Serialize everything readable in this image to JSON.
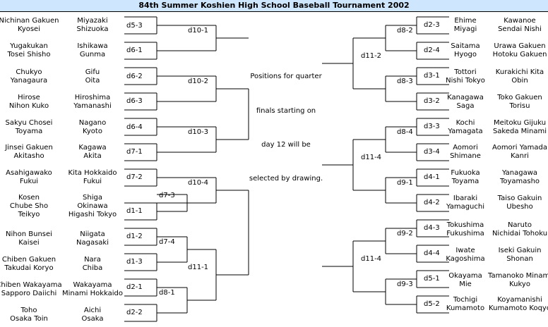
{
  "title": "84th Summer Koshien High School Baseball Tournament   2002",
  "note_lines": [
    "Positions for quarter",
    "finals starting on",
    "day 12 will be",
    "selected by drawing."
  ],
  "left_teams": [
    {
      "a": [
        "Nichinan Gakuen",
        "Kyosei"
      ],
      "b": [
        "Miyazaki",
        "Shizuoka"
      ]
    },
    {
      "a": [
        "Yugakukan",
        "Tosei Shisho"
      ],
      "b": [
        "Ishikawa",
        "Gunma"
      ]
    },
    {
      "a": [
        "Chukyo",
        "Yanagaura"
      ],
      "b": [
        "Gifu",
        "Oita"
      ]
    },
    {
      "a": [
        "Hirose",
        "Nihon Kuko"
      ],
      "b": [
        "Hiroshima",
        "Yamanashi"
      ]
    },
    {
      "a": [
        "Sakyu Chosei",
        "Toyama"
      ],
      "b": [
        "Nagano",
        "Kyoto"
      ]
    },
    {
      "a": [
        "Jinsei Gakuen",
        "Akitasho"
      ],
      "b": [
        "Kagawa",
        "Akita"
      ]
    },
    {
      "a": [
        "Asahigawako",
        "Fukui"
      ],
      "b": [
        "Kita Hokkaido",
        "Fukui"
      ]
    },
    {
      "a": [
        "Kosen",
        "Chube Sho",
        "Teikyo"
      ],
      "b": [
        "Shiga",
        "Okinawa",
        "Higashi Tokyo"
      ]
    },
    {
      "a": [
        "Nihon Bunsei",
        "Kaisei"
      ],
      "b": [
        "Niigata",
        "Nagasaki"
      ]
    },
    {
      "a": [
        "Chiben Gakuen",
        "Takudai Koryo"
      ],
      "b": [
        "Nara",
        "Chiba"
      ]
    },
    {
      "a": [
        "Chiben Wakayama",
        "Sapporo Daiichi"
      ],
      "b": [
        "Wakayama",
        "Minami Hokkaido"
      ]
    },
    {
      "a": [
        "Toho",
        "Osaka Toin"
      ],
      "b": [
        "Aichi",
        "Osaka"
      ]
    }
  ],
  "right_teams": [
    {
      "a": [
        "Ehime",
        "Miyagi"
      ],
      "b": [
        "Kawanoe",
        "Sendai Nishi"
      ]
    },
    {
      "a": [
        "Saitama",
        "Hyogo"
      ],
      "b": [
        "Urawa Gakuen",
        "Hotoku Gakuen"
      ]
    },
    {
      "a": [
        "Tottori",
        "Nishi Tokyo"
      ],
      "b": [
        "Kurakichi Kita",
        "Obin"
      ]
    },
    {
      "a": [
        "Kanagawa",
        "Saga"
      ],
      "b": [
        "Toko Gakuen",
        "Torisu"
      ]
    },
    {
      "a": [
        "Kochi",
        "Yamagata"
      ],
      "b": [
        "Meitoku Gijuku",
        "Sakeda Minami"
      ]
    },
    {
      "a": [
        "Aomori",
        "Shimane"
      ],
      "b": [
        "Aomori Yamada",
        "Kanri"
      ]
    },
    {
      "a": [
        "Fukuoka",
        "Toyama"
      ],
      "b": [
        "Yanagawa",
        "Toyamasho"
      ]
    },
    {
      "a": [
        "Ibaraki",
        "Yamaguchi"
      ],
      "b": [
        "Taiso Gakuin",
        "Ubesho"
      ]
    },
    {
      "a": [
        "Tokushima",
        "Fukushima"
      ],
      "b": [
        "Naruto",
        "Nichidai Tohoku"
      ]
    },
    {
      "a": [
        "Iwate",
        "Kagoshima"
      ],
      "b": [
        "Iseki Gakuin",
        "Shonan"
      ]
    },
    {
      "a": [
        "Okayama",
        "Mie"
      ],
      "b": [
        "Tamanoko Minami",
        "Kukyo"
      ]
    },
    {
      "a": [
        "Tochigi",
        "Kumamoto"
      ],
      "b": [
        "Koyamanishi",
        "Kumamoto Koqyo"
      ]
    }
  ],
  "left_games": [
    "d5-3",
    "d6-1",
    "d6-2",
    "d6-3",
    "d6-4",
    "d7-1",
    "d7-2",
    "d1-1",
    "d1-2",
    "d1-3",
    "d2-1",
    "d2-2",
    "d7-3",
    "d7-4",
    "d8-1",
    "d10-1",
    "d10-2",
    "d10-3",
    "d10-4",
    "d11-1"
  ],
  "right_games": [
    "d2-3",
    "d2-4",
    "d3-1",
    "d3-2",
    "d3-3",
    "d3-4",
    "d4-1",
    "d4-2",
    "d4-3",
    "d4-4",
    "d5-1",
    "d5-2",
    "d8-2",
    "d8-3",
    "d8-4",
    "d9-1",
    "d9-2",
    "d9-3",
    "d11-2",
    "d11-4",
    "d11-4"
  ]
}
